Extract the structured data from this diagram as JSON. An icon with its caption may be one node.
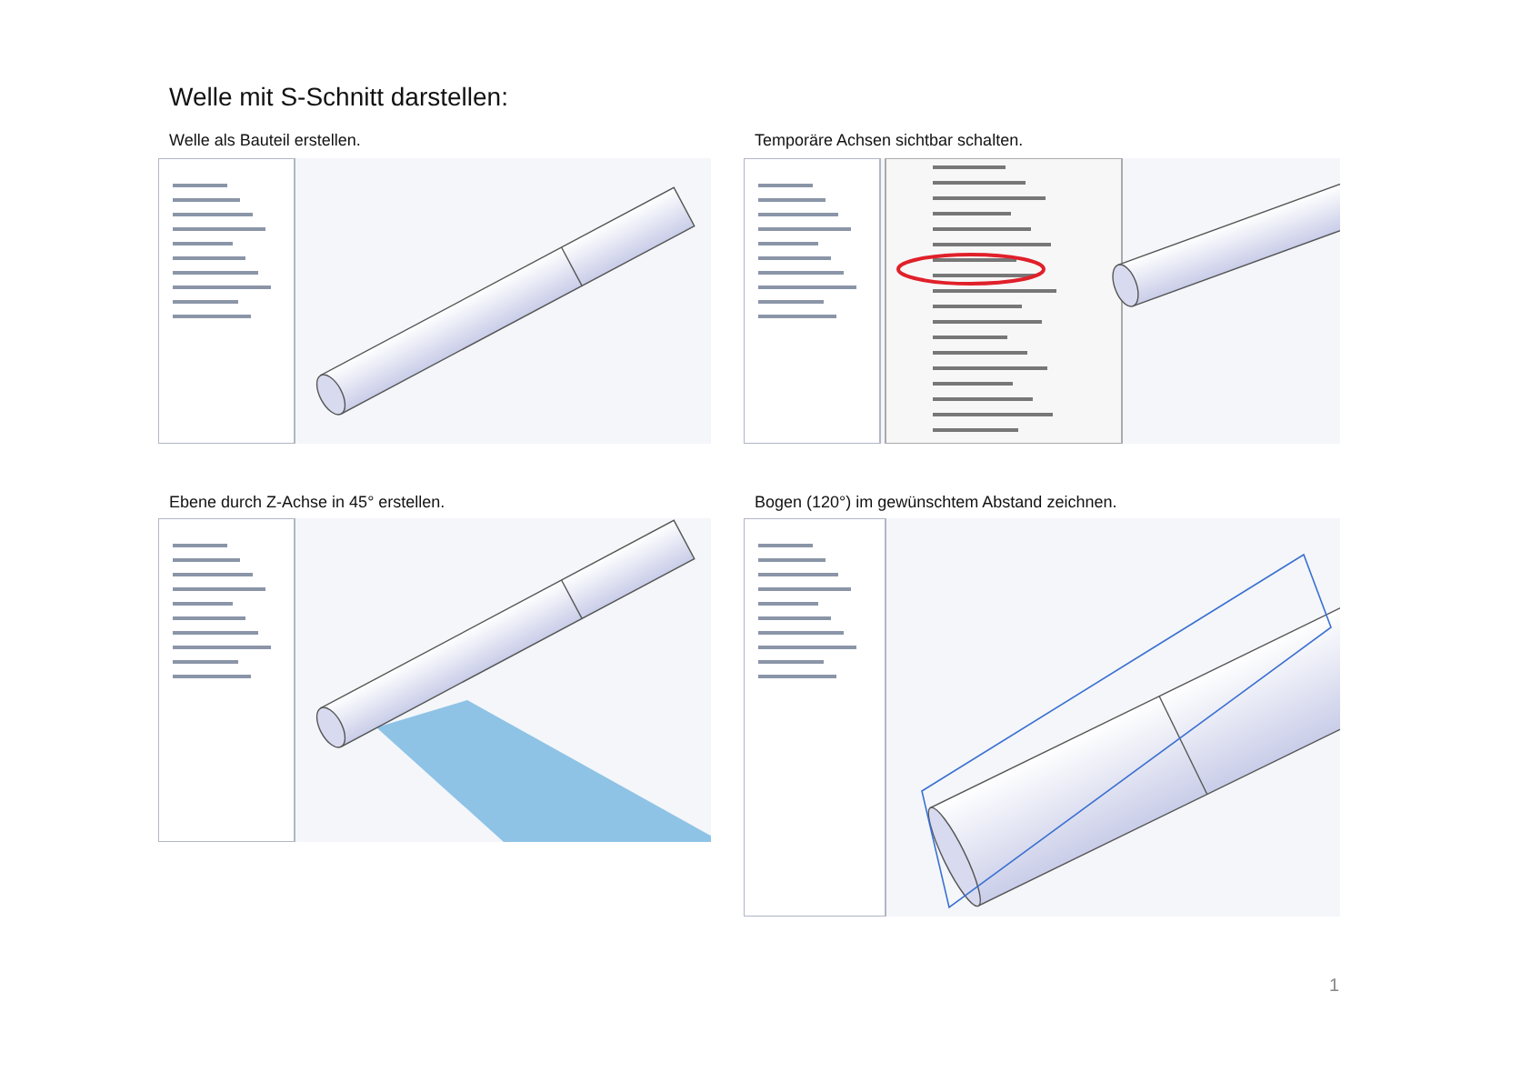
{
  "diagram": {
    "title": "Welle mit S-Schnitt darstellen:",
    "labels": [
      "Welle als Bauteil erstellen.",
      "Temporäre Achsen sichtbar schalten.",
      "Ebene durch Z-Achse in 45° erstellen.",
      "Bogen (120°) im gewünschtem Abstand zeichnen.",
      "1"
    ]
  }
}
